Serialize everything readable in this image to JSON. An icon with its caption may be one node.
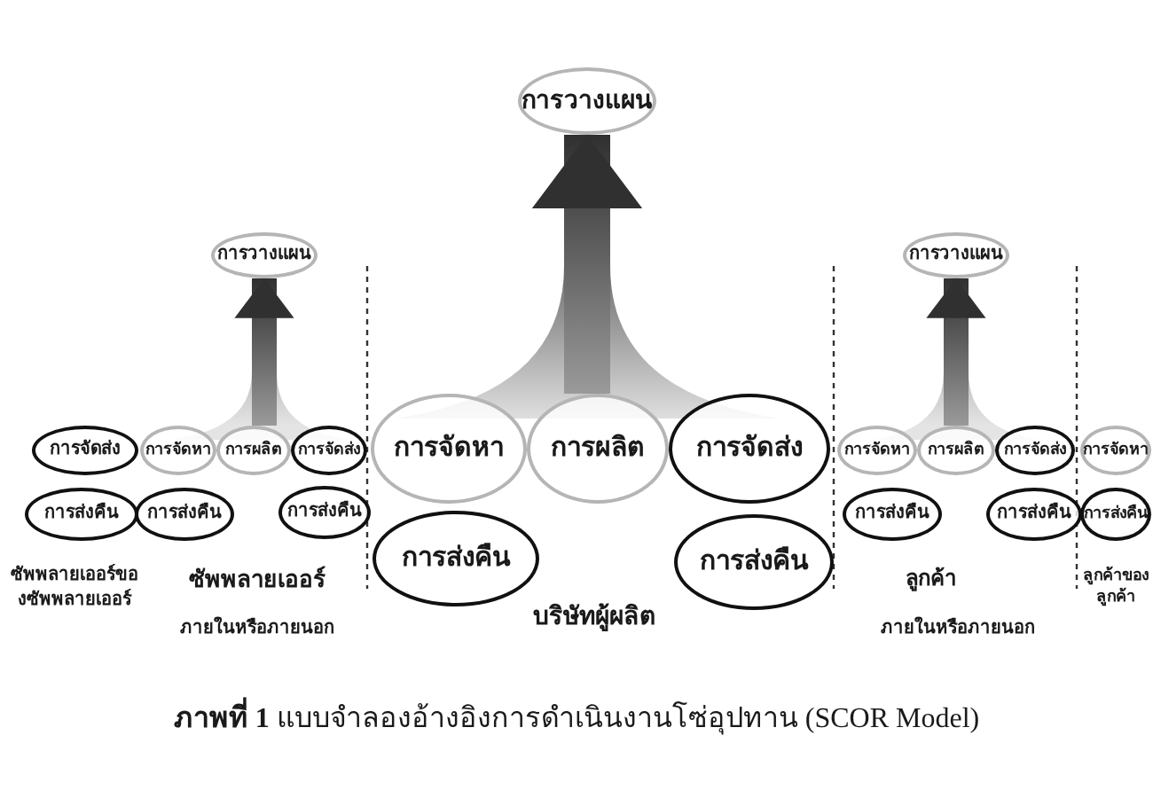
{
  "diagram": {
    "caption": "**ภาพที่ 1** แบบจำลองอ้างอิงการดำเนินงานโซ่อุปทาน (SCOR Model)",
    "nodes": [
      {
        "text": [
          "การวางแผน"
        ]
      },
      {
        "text": [
          "การวางแผน"
        ]
      },
      {
        "text": [
          "การวางแผน"
        ]
      },
      {
        "text": [
          "การจัดส่ง"
        ]
      },
      {
        "text": [
          "การส่งคืน"
        ]
      },
      {
        "text": [
          "การจัดหา"
        ]
      },
      {
        "text": [
          "การผลิต"
        ]
      },
      {
        "text": [
          "การจัดส่ง"
        ]
      },
      {
        "text": [
          "การส่งคืน"
        ]
      },
      {
        "text": [
          "การส่งคืน"
        ]
      },
      {
        "text": [
          "การจัดหา"
        ]
      },
      {
        "text": [
          "การผลิต"
        ]
      },
      {
        "text": [
          "การจัดส่ง"
        ]
      },
      {
        "text": [
          "การส่งคืน"
        ]
      },
      {
        "text": [
          "การส่งคืน"
        ]
      },
      {
        "text": [
          "การจัดหา"
        ]
      },
      {
        "text": [
          "การผลิต"
        ]
      },
      {
        "text": [
          "การจัดส่ง"
        ]
      },
      {
        "text": [
          "การส่งคืน"
        ]
      },
      {
        "text": [
          "การส่งคืน"
        ]
      },
      {
        "text": [
          "การจัดหา"
        ]
      },
      {
        "text": [
          "การส่งคืน"
        ]
      }
    ],
    "edges": [
      {
        "from": 11,
        "to": 0,
        "arrow": "to",
        "style": "thick"
      },
      {
        "from": 6,
        "to": 1,
        "arrow": "to",
        "style": "thick"
      },
      {
        "from": 16,
        "to": 2,
        "arrow": "to",
        "style": "thick"
      }
    ],
    "labels": [
      "ซัพพลายเออร์ของซัพพลายเออร์",
      "ซัพพลายเออร์",
      "ภายในหรือภายนอก",
      "บริษัทผู้ผลิต",
      "ลูกค้า",
      "ภายในหรือภายนอก",
      "ลูกค้าของลูกค้า"
    ]
  }
}
